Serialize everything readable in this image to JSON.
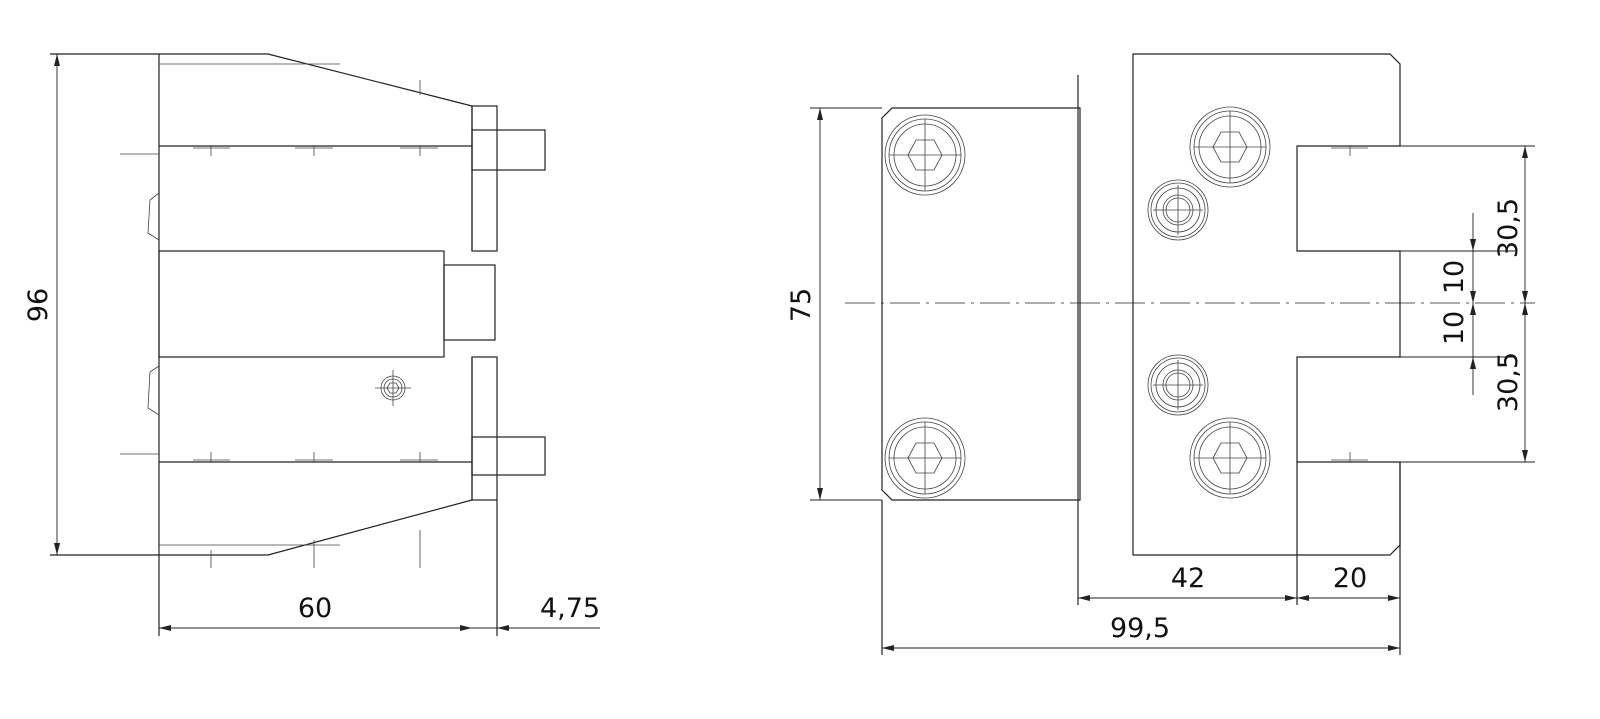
{
  "side_view": {
    "dims": {
      "height": "96",
      "length": "60",
      "offset": "4,75"
    }
  },
  "front_view": {
    "dims": {
      "height": "75",
      "slot_upper": "30,5",
      "gap_upper": "10",
      "gap_lower": "10",
      "slot_lower": "30,5",
      "width_a": "42",
      "width_b": "20",
      "overall": "99,5"
    }
  },
  "colors": {
    "line": "#222222",
    "background": "#ffffff"
  }
}
